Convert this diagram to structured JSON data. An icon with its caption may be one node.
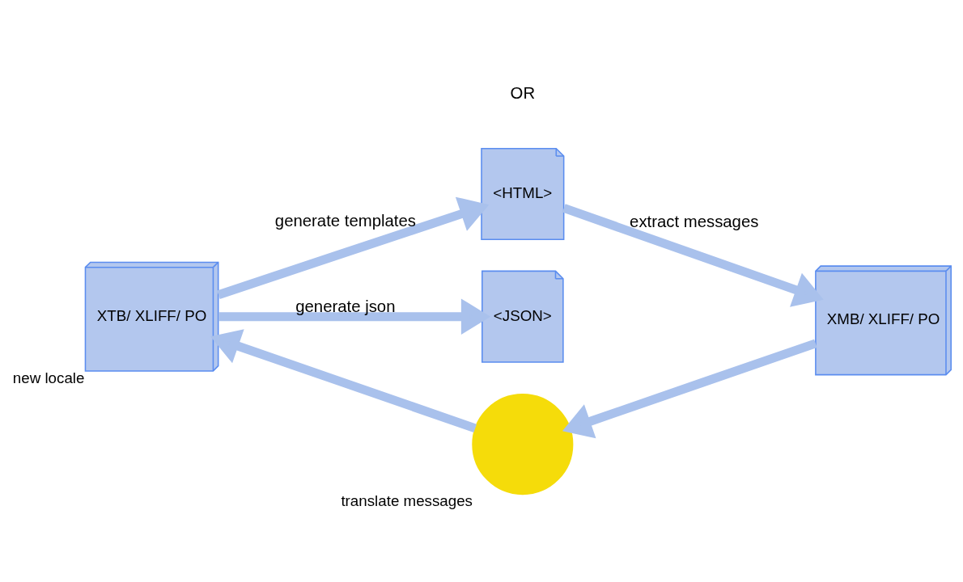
{
  "diagram": {
    "nodes": [
      {
        "text": [
          "XTB/ XLIFF/ PO"
        ],
        "beside": [
          "new locale"
        ]
      },
      {
        "text": [
          "<HTML>"
        ]
      },
      {
        "text": [
          "<JSON>"
        ]
      },
      {
        "text": [
          "XMB/ XLIFF/ PO"
        ]
      },
      {
        "text": [],
        "shape": "circle",
        "beside": [
          "translate messages"
        ]
      }
    ],
    "edges": [
      {
        "from": 0,
        "to": 1,
        "arrow": "to",
        "label": "generate templates"
      },
      {
        "from": 0,
        "to": 2,
        "arrow": "to",
        "label": "generate json"
      },
      {
        "from": 1,
        "to": 3,
        "arrow": "to",
        "label": "extract messages"
      },
      {
        "from": 3,
        "to": 4,
        "arrow": "to"
      },
      {
        "from": 4,
        "to": 0,
        "arrow": "to"
      }
    ],
    "labels": [
      "OR"
    ]
  }
}
